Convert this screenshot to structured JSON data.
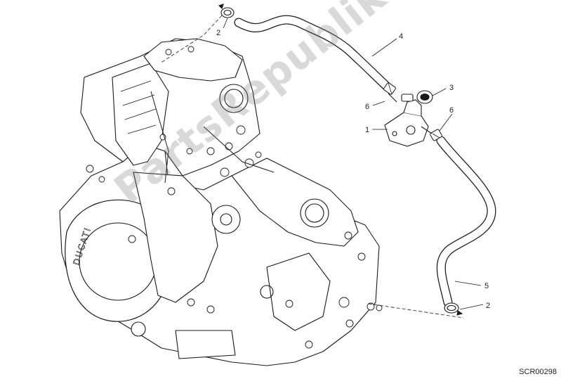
{
  "callouts": {
    "c2_top": "2",
    "c4": "4",
    "c3": "3",
    "c6_left": "6",
    "c6_right": "6",
    "c1": "1",
    "c5": "5",
    "c2_bottom": "2"
  },
  "drawing_code": "SCR00298",
  "engine_brand": "DUCATI",
  "watermark": "PartsRepublik",
  "colors": {
    "line": "#1a1a1a",
    "fill": "#ffffff",
    "watermark": "#888888"
  }
}
